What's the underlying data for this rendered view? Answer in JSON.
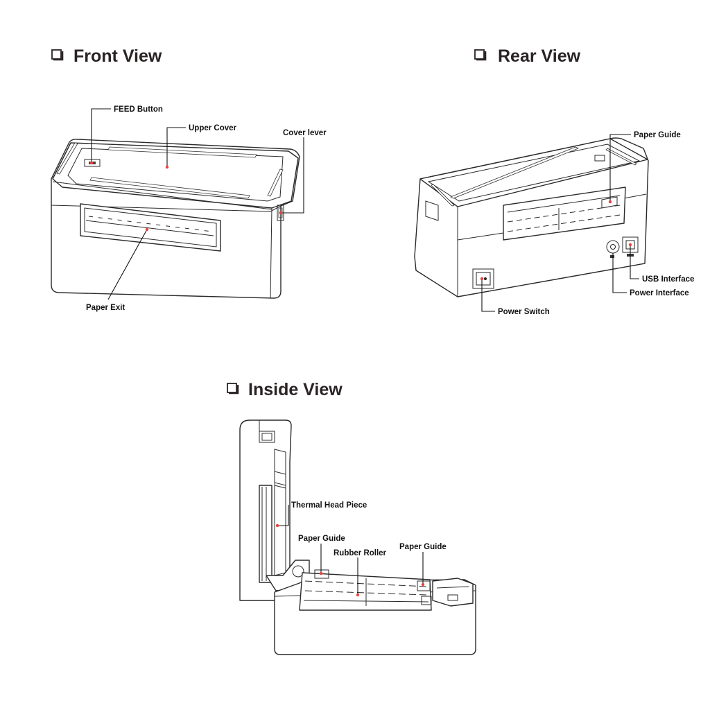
{
  "sections": {
    "front": {
      "title": "Front View",
      "labels": {
        "feed_button": "FEED Button",
        "upper_cover": "Upper Cover",
        "cover_lever": "Cover lever",
        "paper_exit": "Paper Exit"
      }
    },
    "rear": {
      "title": "Rear View",
      "labels": {
        "paper_guide": "Paper Guide",
        "usb_interface": "USB Interface",
        "power_interface": "Power Interface",
        "power_switch": "Power Switch"
      }
    },
    "inside": {
      "title": "Inside View",
      "labels": {
        "thermal_head": "Thermal Head Piece",
        "paper_guide_left": "Paper Guide",
        "rubber_roller": "Rubber Roller",
        "paper_guide_right": "Paper Guide"
      }
    }
  },
  "colors": {
    "callout_dot": "#e8413c",
    "line_art": "#1a1a1a",
    "heading": "#2a2324"
  },
  "icons": {
    "section_marker": "square-checkbox-icon"
  }
}
